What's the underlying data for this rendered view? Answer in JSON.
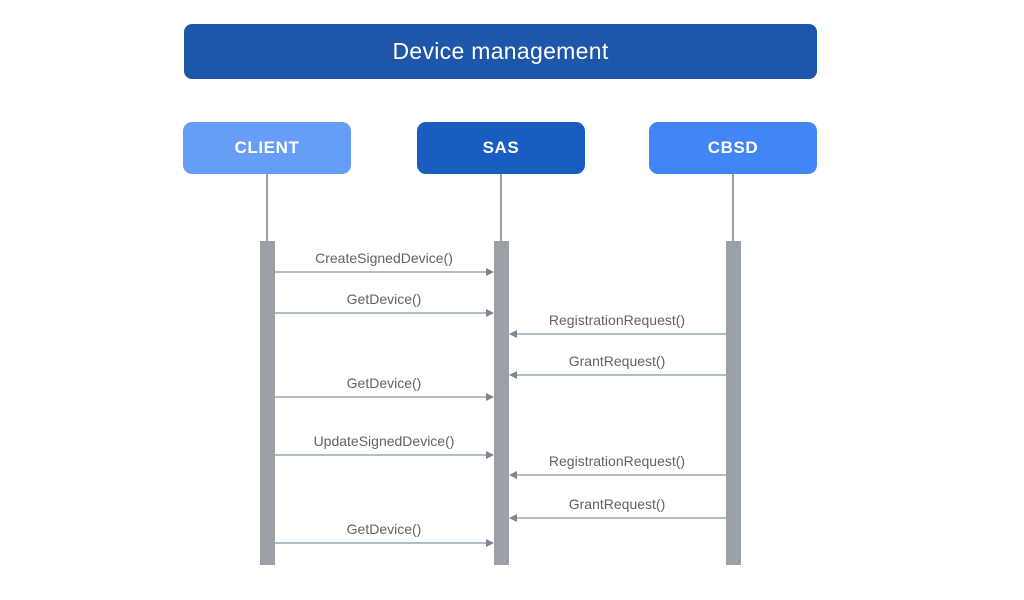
{
  "title": "Device management",
  "colors": {
    "title_bg": "#1e56a9",
    "activation_bar": "#9aa0a6",
    "lifeline": "#9aa0a6",
    "arrow_line": "#b4bcc4",
    "arrow_head": "#80868b",
    "message_text": "#5f6368",
    "actor_text": "#ffffff"
  },
  "actors": [
    {
      "id": "CLIENT",
      "label": "CLIENT",
      "color": "#669df6"
    },
    {
      "id": "SAS",
      "label": "SAS",
      "color": "#1a5dc0"
    },
    {
      "id": "CBSD",
      "label": "CBSD",
      "color": "#4285f4"
    }
  ],
  "messages": [
    {
      "label": "CreateSignedDevice()",
      "from": "CLIENT",
      "to": "SAS"
    },
    {
      "label": "GetDevice()",
      "from": "CLIENT",
      "to": "SAS"
    },
    {
      "label": "RegistrationRequest()",
      "from": "CBSD",
      "to": "SAS"
    },
    {
      "label": "GrantRequest()",
      "from": "CBSD",
      "to": "SAS"
    },
    {
      "label": "GetDevice()",
      "from": "CLIENT",
      "to": "SAS"
    },
    {
      "label": "UpdateSignedDevice()",
      "from": "CLIENT",
      "to": "SAS"
    },
    {
      "label": "RegistrationRequest()",
      "from": "CBSD",
      "to": "SAS"
    },
    {
      "label": "GrantRequest()",
      "from": "CBSD",
      "to": "SAS"
    },
    {
      "label": "GetDevice()",
      "from": "CLIENT",
      "to": "SAS"
    }
  ]
}
